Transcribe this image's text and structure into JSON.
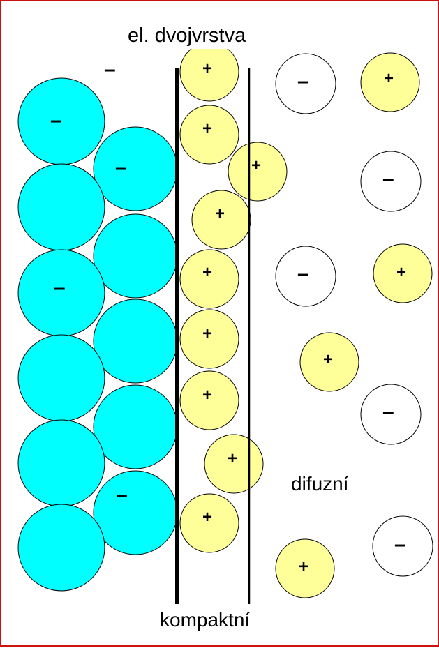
{
  "labels": {
    "top": "el. dvojvrstva",
    "compact": "kompaktní",
    "diffuse": "difuzní",
    "electrode_charge": "–"
  },
  "signs": {
    "plus": "+",
    "minus": "–"
  },
  "colors": {
    "border": "#cc1111",
    "electrode_atom": "#00ffff",
    "cation": "#ffff99",
    "anion": "#ffffff",
    "outline": "#000000"
  }
}
